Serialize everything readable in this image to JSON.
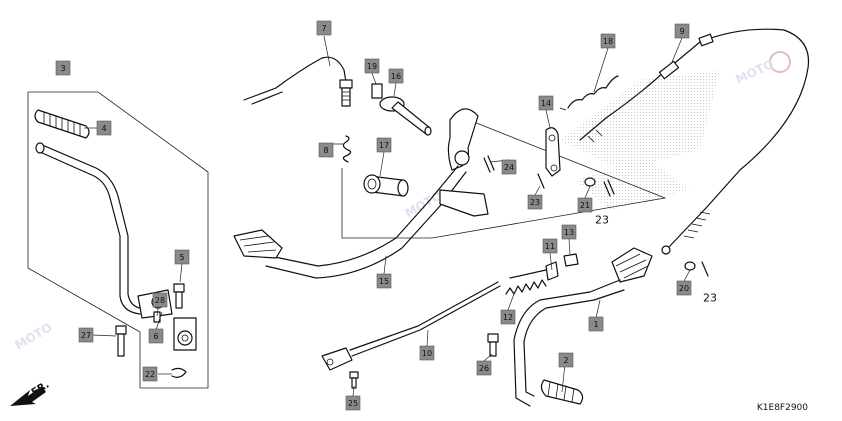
{
  "diagram": {
    "code": "K1E8F2900",
    "direction_label": "FR.",
    "watermark": "MOTO",
    "callouts": [
      {
        "label": "1"
      },
      {
        "label": "2"
      },
      {
        "label": "3"
      },
      {
        "label": "4"
      },
      {
        "label": "5"
      },
      {
        "label": "6"
      },
      {
        "label": "7"
      },
      {
        "label": "8"
      },
      {
        "label": "9"
      },
      {
        "label": "10"
      },
      {
        "label": "11"
      },
      {
        "label": "12"
      },
      {
        "label": "13"
      },
      {
        "label": "14"
      },
      {
        "label": "15"
      },
      {
        "label": "16"
      },
      {
        "label": "17"
      },
      {
        "label": "18"
      },
      {
        "label": "19"
      },
      {
        "label": "20"
      },
      {
        "label": "21"
      },
      {
        "label": "22"
      },
      {
        "label": "23"
      },
      {
        "label": "24"
      },
      {
        "label": "25"
      },
      {
        "label": "26"
      },
      {
        "label": "27"
      },
      {
        "label": "28"
      }
    ],
    "plain_labels": [
      {
        "label": "23"
      },
      {
        "label": "23"
      }
    ]
  }
}
